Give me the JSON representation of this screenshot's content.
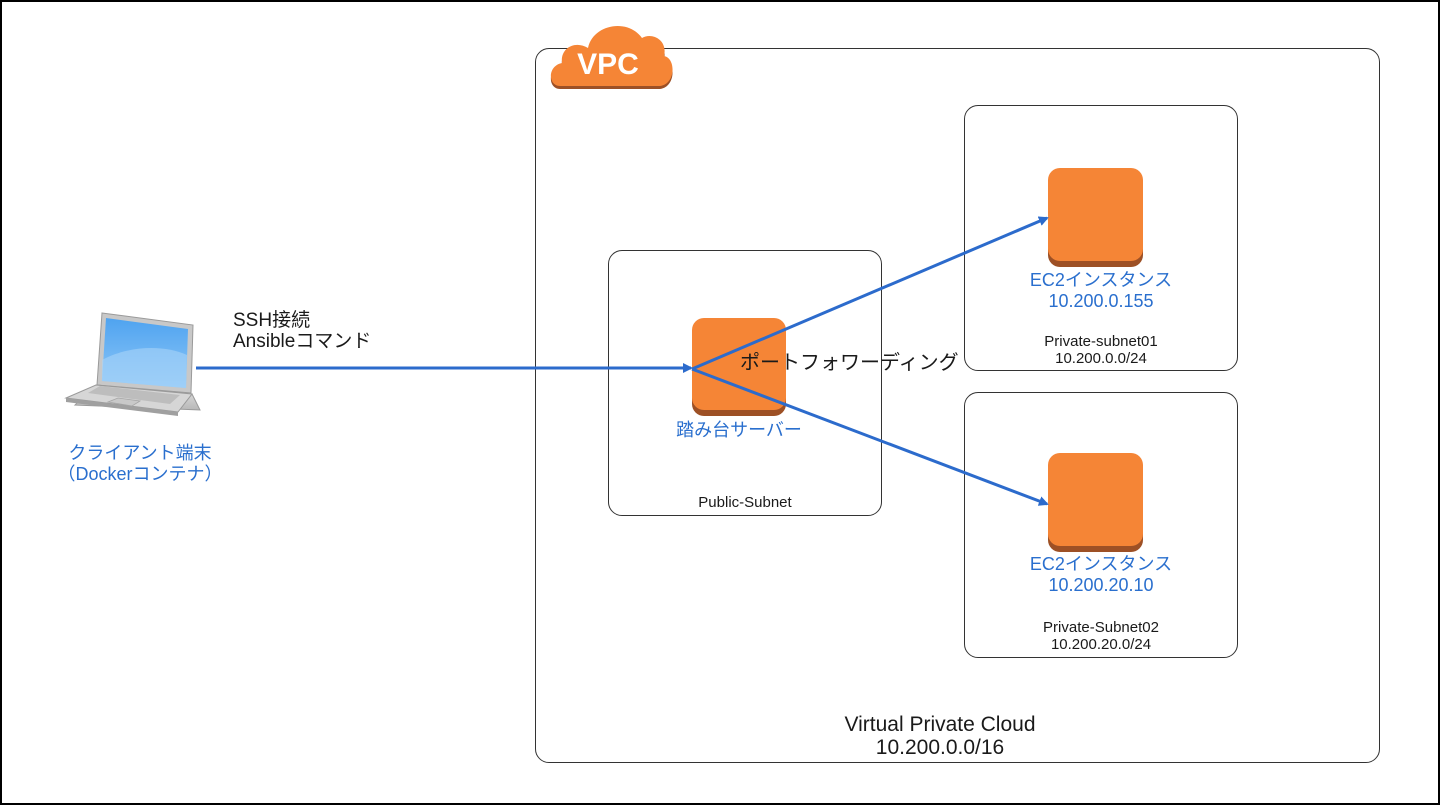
{
  "colors": {
    "orange": "#f58536",
    "orange_shadow": "#9d5025",
    "arrow_blue": "#2c6bcc",
    "label_blue": "#2a6fce",
    "text_black": "#1a1a1a"
  },
  "vpc": {
    "badge": "VPC",
    "title": "Virtual Private Cloud",
    "cidr": "10.200.0.0/16"
  },
  "client": {
    "icon": "laptop-icon",
    "line1": "クライアント端末",
    "line2": "（Dockerコンテナ）"
  },
  "connection": {
    "line1": "SSH接続",
    "line2": "Ansibleコマンド"
  },
  "public_subnet": {
    "name": "Public-Subnet",
    "server_label": "踏み台サーバー",
    "icon": "ec2-instance-icon"
  },
  "port_forwarding_label": "ポートフォワーディング",
  "private_subnets": [
    {
      "name": "Private-subnet01",
      "cidr": "10.200.0.0/24",
      "instance_label": "EC2インスタンス",
      "instance_ip": "10.200.0.155",
      "icon": "ec2-instance-icon"
    },
    {
      "name": "Private-Subnet02",
      "cidr": "10.200.20.0/24",
      "instance_label": "EC2インスタンス",
      "instance_ip": "10.200.20.10",
      "icon": "ec2-instance-icon"
    }
  ]
}
